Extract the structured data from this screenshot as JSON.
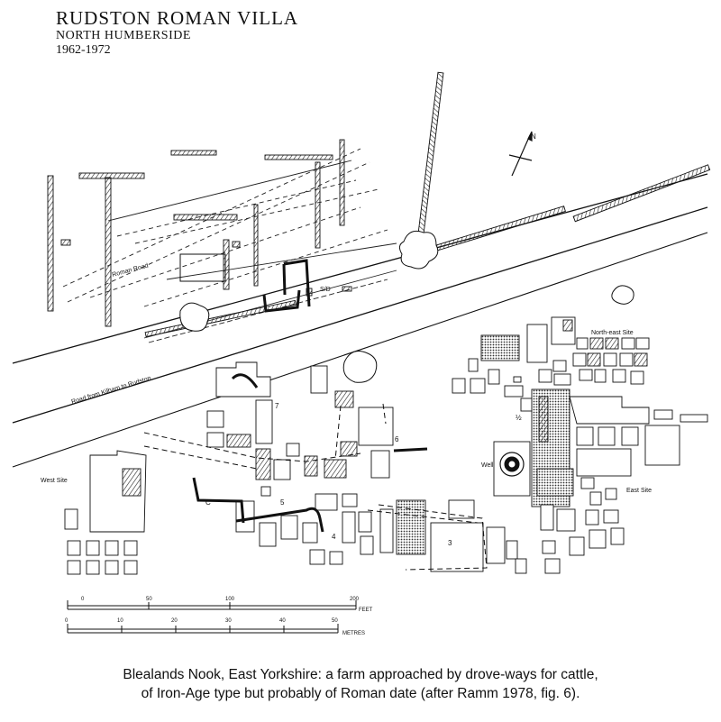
{
  "heading": {
    "title": "RUDSTON ROMAN VILLA",
    "subtitle": "NORTH HUMBERSIDE",
    "dates": "1962-1972"
  },
  "map_labels": {
    "roman_road": "Roman Road",
    "road": "Road from Kilham to Rudston",
    "sd": "S/D",
    "north": "N",
    "north_east_site": "North-east Site",
    "west_site": "West Site",
    "east_site": "East Site",
    "well": "Well",
    "site_7": "7",
    "site_6": "6",
    "site_5": "5",
    "site_4": "4",
    "site_3": "3",
    "site_c": "C",
    "site_half": "½"
  },
  "scale_feet": {
    "ticks": [
      "0",
      "50",
      "100",
      "200"
    ],
    "unit": "FEET"
  },
  "scale_metres": {
    "ticks": [
      "0",
      "10",
      "20",
      "30",
      "40",
      "50"
    ],
    "unit": "METRES"
  },
  "caption": {
    "line1": "Blealands Nook, East Yorkshire: a farm approached by drove-ways for cattle,",
    "line2": "of Iron-Age type but probably of Roman date (after Ramm 1978, fig. 6)."
  }
}
